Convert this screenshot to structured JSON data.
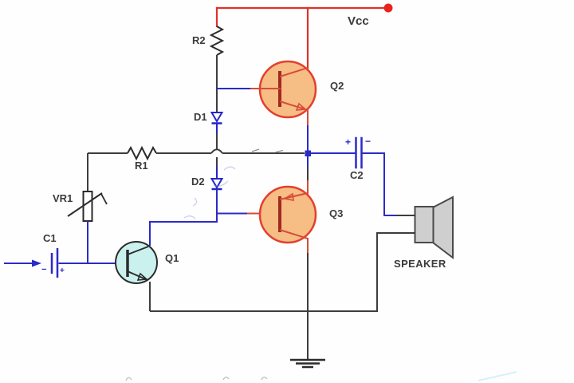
{
  "components": {
    "vcc": {
      "label": "Vcc"
    },
    "r1": {
      "label": "R1"
    },
    "r2": {
      "label": "R2"
    },
    "vr1": {
      "label": "VR1"
    },
    "c1": {
      "label": "C1",
      "plus": "+",
      "minus": "−"
    },
    "c2": {
      "label": "C2",
      "plus": "+",
      "minus": "−"
    },
    "d1": {
      "label": "D1"
    },
    "d2": {
      "label": "D2"
    },
    "q1": {
      "label": "Q1"
    },
    "q2": {
      "label": "Q2"
    },
    "q3": {
      "label": "Q3"
    },
    "speaker": {
      "label": "SPEAKER"
    }
  },
  "icons": [
    "signal-input-arrow",
    "ground-symbol",
    "speaker-icon",
    "vcc-terminal-dot",
    "output-junction-dot"
  ],
  "colors": {
    "supply_wire_red": "#e23126",
    "signal_wire_blue": "#2b2bc8",
    "ground_wire_dark": "#3d3d3d",
    "power_transistor_fill": "#f6bd85",
    "power_transistor_stroke": "#e2402d",
    "input_transistor_fill": "#cbf1ee",
    "speaker_fill": "#cfcfcf",
    "label_text": "#3b3b3b"
  }
}
